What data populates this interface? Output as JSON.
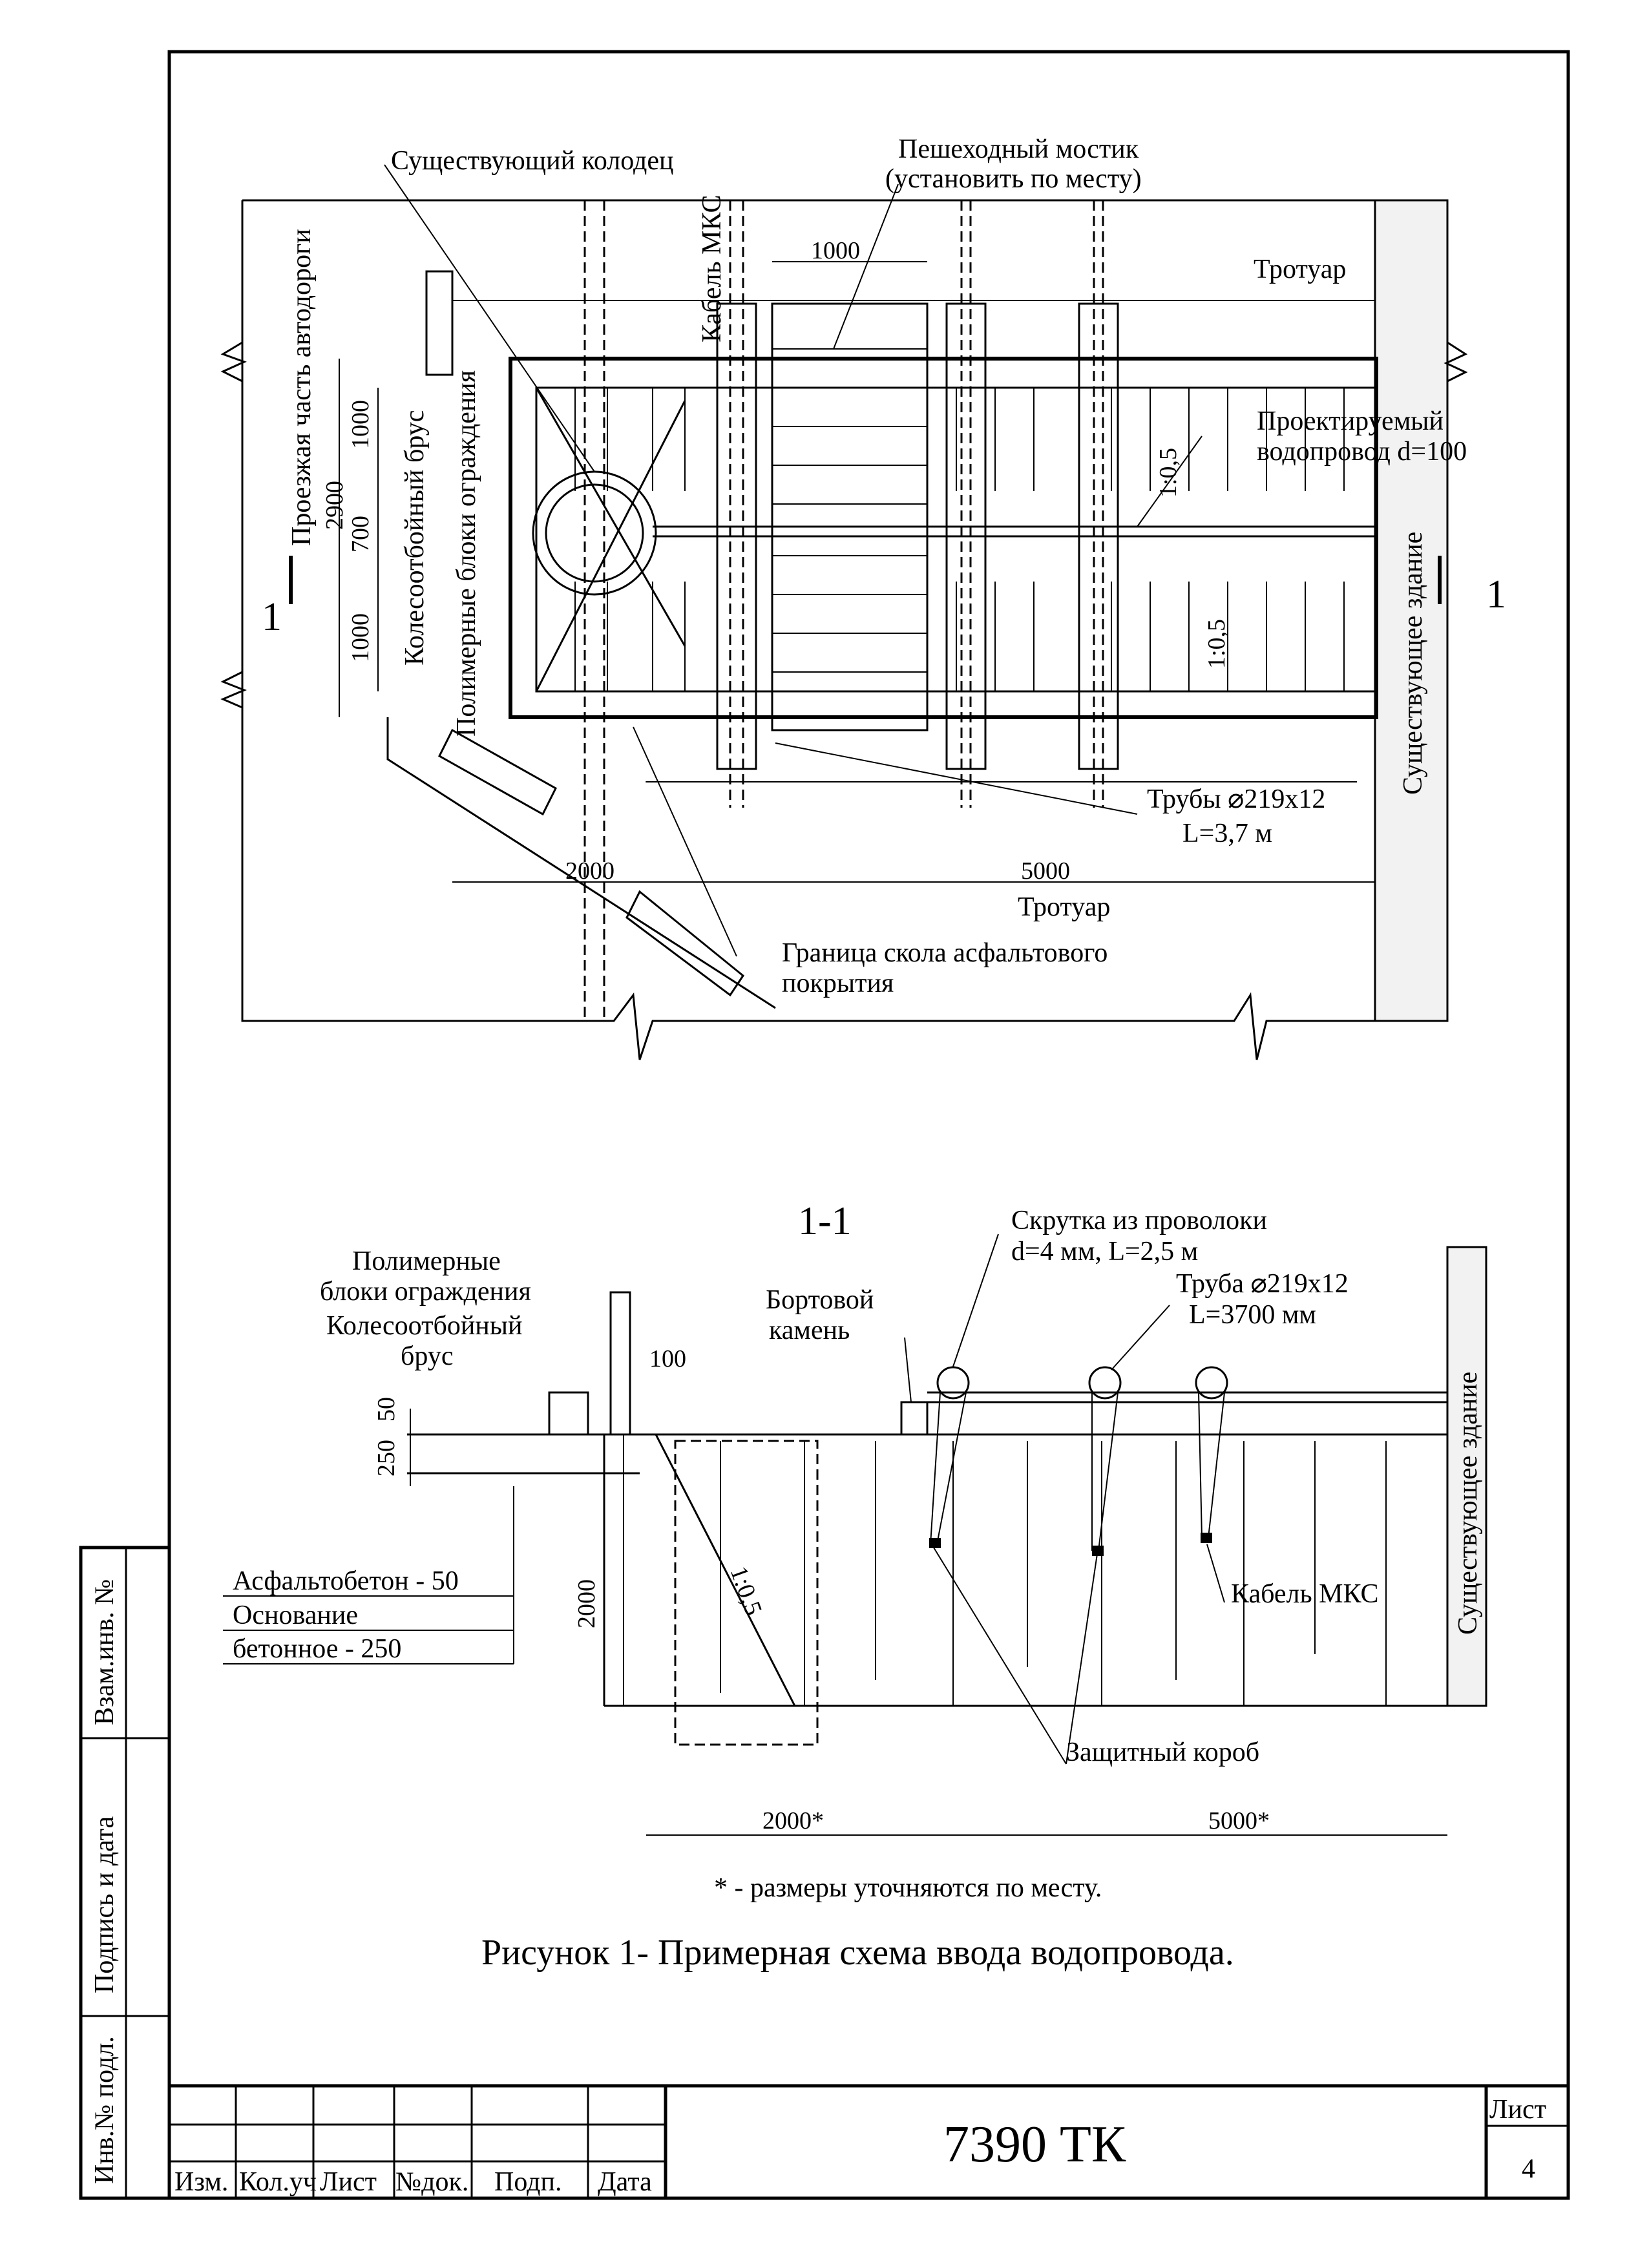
{
  "plan": {
    "existing_well": "Существующий колодец",
    "footbridge_line1": "Пешеходный мостик",
    "footbridge_line2": "(установить по месту)",
    "cable_mks": "Кабель МКС",
    "dim_bridge": "1000",
    "sidewalk_top": "Тротуар",
    "roadway": "Проезжая часть автодороги",
    "dim_2900": "2900",
    "dim_1000_a": "1000",
    "dim_700": "700",
    "dim_1000_b": "1000",
    "wheel_guard": "Колесоотбойный брус",
    "polymer_blocks": "Полимерные блоки ограждения",
    "slope_top": "1:0,5",
    "slope_bottom": "1:0,5",
    "designed_pipe_line1": "Проектируемый",
    "designed_pipe_line2": "водопровод d=100",
    "existing_building": "Существующее здание",
    "section_mark_left": "1",
    "section_mark_right": "1",
    "pipes_line1": "Трубы ⌀219х12",
    "pipes_line2": "L=3,7 м",
    "dim_2000": "2000",
    "dim_5000": "5000",
    "sidewalk_bottom": "Тротуар",
    "asphalt_edge_line1": "Граница скола асфальтового",
    "asphalt_edge_line2": "покрытия"
  },
  "section": {
    "title": "1-1",
    "polymer_line1": "Полимерные",
    "polymer_line2": "блоки ограждения",
    "wheel_guard_line1": "Колесоотбойный",
    "wheel_guard_line2": "брус",
    "dim_100": "100",
    "curb_line1": "Бортовой",
    "curb_line2": "камень",
    "twist_line1": "Скрутка из проволоки",
    "twist_line2": "d=4 мм, L=2,5 м",
    "pipe_line1": "Труба ⌀219х12",
    "pipe_line2": "L=3700 мм",
    "existing_building": "Существующее здание",
    "dim_50": "50",
    "dim_250": "250",
    "asphalt": "Асфальтобетон - 50",
    "base_line1": "Основание",
    "base_line2": "бетонное - 250",
    "dim_2000_v": "2000",
    "slope": "1:0,5",
    "cable_mks": "Кабель МКС",
    "protective_box": "Защитный короб",
    "dim_2000": "2000*",
    "dim_5000": "5000*"
  },
  "note": "* - размеры уточняются по месту.",
  "caption": "Рисунок 1- Примерная схема ввода водопровода.",
  "side_stamp": {
    "vzam": "Взам.инв. №",
    "podpis": "Подпись и дата",
    "inv": "Инв.№ подл."
  },
  "title_block": {
    "izm": "Изм.",
    "koluch": "Кол.уч",
    "list": "Лист",
    "ndok": "№док.",
    "podp": "Подп.",
    "data": "Дата",
    "doc_code": "7390 ТК",
    "sheet_label": "Лист",
    "sheet_no": "4"
  }
}
